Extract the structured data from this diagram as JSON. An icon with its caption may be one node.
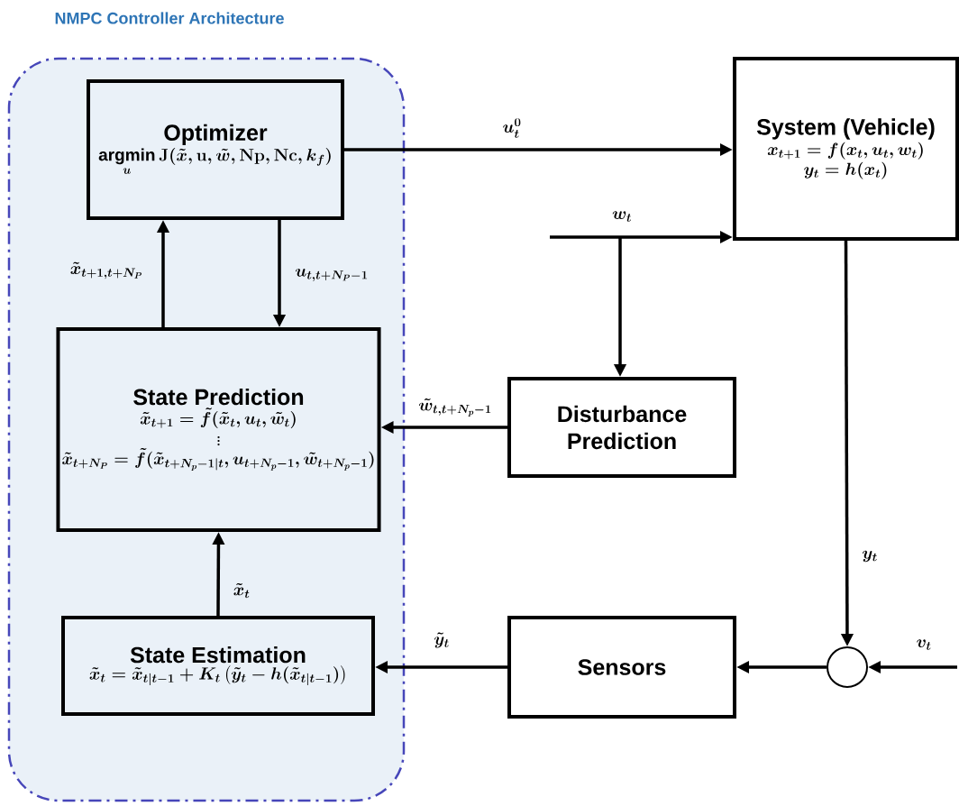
{
  "diagram": {
    "nodes": [
      {
        "text": [
          "NMPC Controller Architecture"
        ]
      },
      {
        "text": [
          "Optimizer",
          "\\mathop{\\mathrm{argmin}}\\limits_{u} \\mathbf{J}(\\tilde{x},\\mathbf{u},\\tilde{w},\\mathbf{Np},\\mathbf{Nc},k_f)"
        ],
        "in": 0
      },
      {
        "text": [
          "State Prediction",
          "\\tilde{x}_{t+1} = \\tilde{f}(\\tilde{x}_t, u_t, \\tilde{w}_t)",
          "\\vdots",
          "\\tilde{x}_{t+N_P} = \\tilde{f}(\\tilde{x}_{t+N_p-1|t}, u_{t+N_p-1}, \\tilde{w}_{t+N_p-1})"
        ],
        "in": 0
      },
      {
        "text": [
          "State Estimation",
          "\\tilde{x}_t = \\tilde{x}_{t|t-1} + K_t\\left(\\tilde{y}_t - h(\\tilde{x}_{t|t-1})\\right)"
        ],
        "in": 0
      },
      {
        "text": [
          "System (Vehicle)",
          "x_{t+1} = f(x_t, u_t, w_t)",
          "y_t = h(x_t)"
        ]
      },
      {
        "text": [
          "Disturbance Prediction"
        ]
      },
      {
        "text": [
          "Sensors"
        ]
      },
      {
        "text": [],
        "shape": "circle"
      }
    ],
    "edges": [
      {
        "from": 1,
        "to": 4,
        "arrow": "to",
        "label": "u_t^0"
      },
      {
        "from": null,
        "to": 4,
        "arrow": "to",
        "label": "w_t"
      },
      {
        "from": null,
        "to": 5,
        "arrow": "to"
      },
      {
        "from": 5,
        "to": 2,
        "arrow": "to",
        "label": "\\tilde{w}_{t,t+N_p-1}"
      },
      {
        "from": 1,
        "to": 2,
        "arrow": "to",
        "label": "u_{t,t+N_P-1}"
      },
      {
        "from": 2,
        "to": 1,
        "arrow": "to",
        "label": "\\tilde{x}_{t+1,t+N_P}"
      },
      {
        "from": 3,
        "to": 2,
        "arrow": "to",
        "label": "\\tilde{x}_t"
      },
      {
        "from": 4,
        "to": 7,
        "arrow": "to",
        "label": "y_t"
      },
      {
        "from": null,
        "to": 7,
        "arrow": "to",
        "label": "v_t"
      },
      {
        "from": 7,
        "to": 6,
        "arrow": "to"
      },
      {
        "from": 6,
        "to": 3,
        "arrow": "to",
        "label": "\\tilde{y}_t"
      }
    ]
  }
}
